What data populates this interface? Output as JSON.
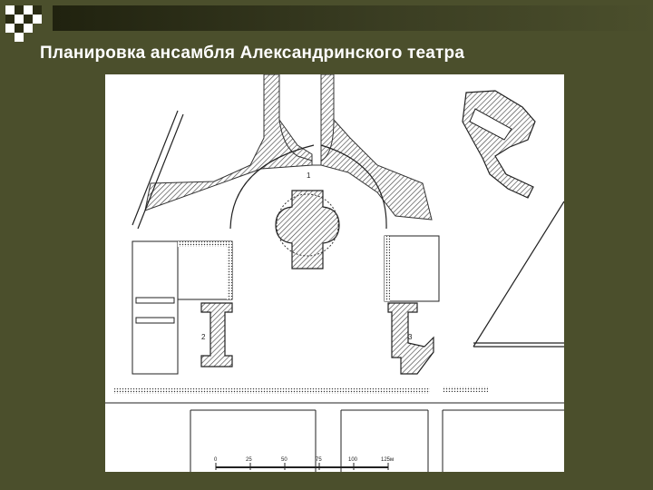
{
  "slide": {
    "title": "Планировка ансамбля Александринского театра"
  },
  "plan": {
    "building_labels": [
      "1",
      "2",
      "3"
    ],
    "scale_ticks": [
      "0",
      "25",
      "50",
      "75",
      "100",
      "125м"
    ]
  },
  "colors": {
    "background": "#4b4f2c",
    "title_text": "#ffffff",
    "checker_light": "#ffffff",
    "checker_dark": "#2a2c14",
    "plan_background": "#ffffff"
  }
}
